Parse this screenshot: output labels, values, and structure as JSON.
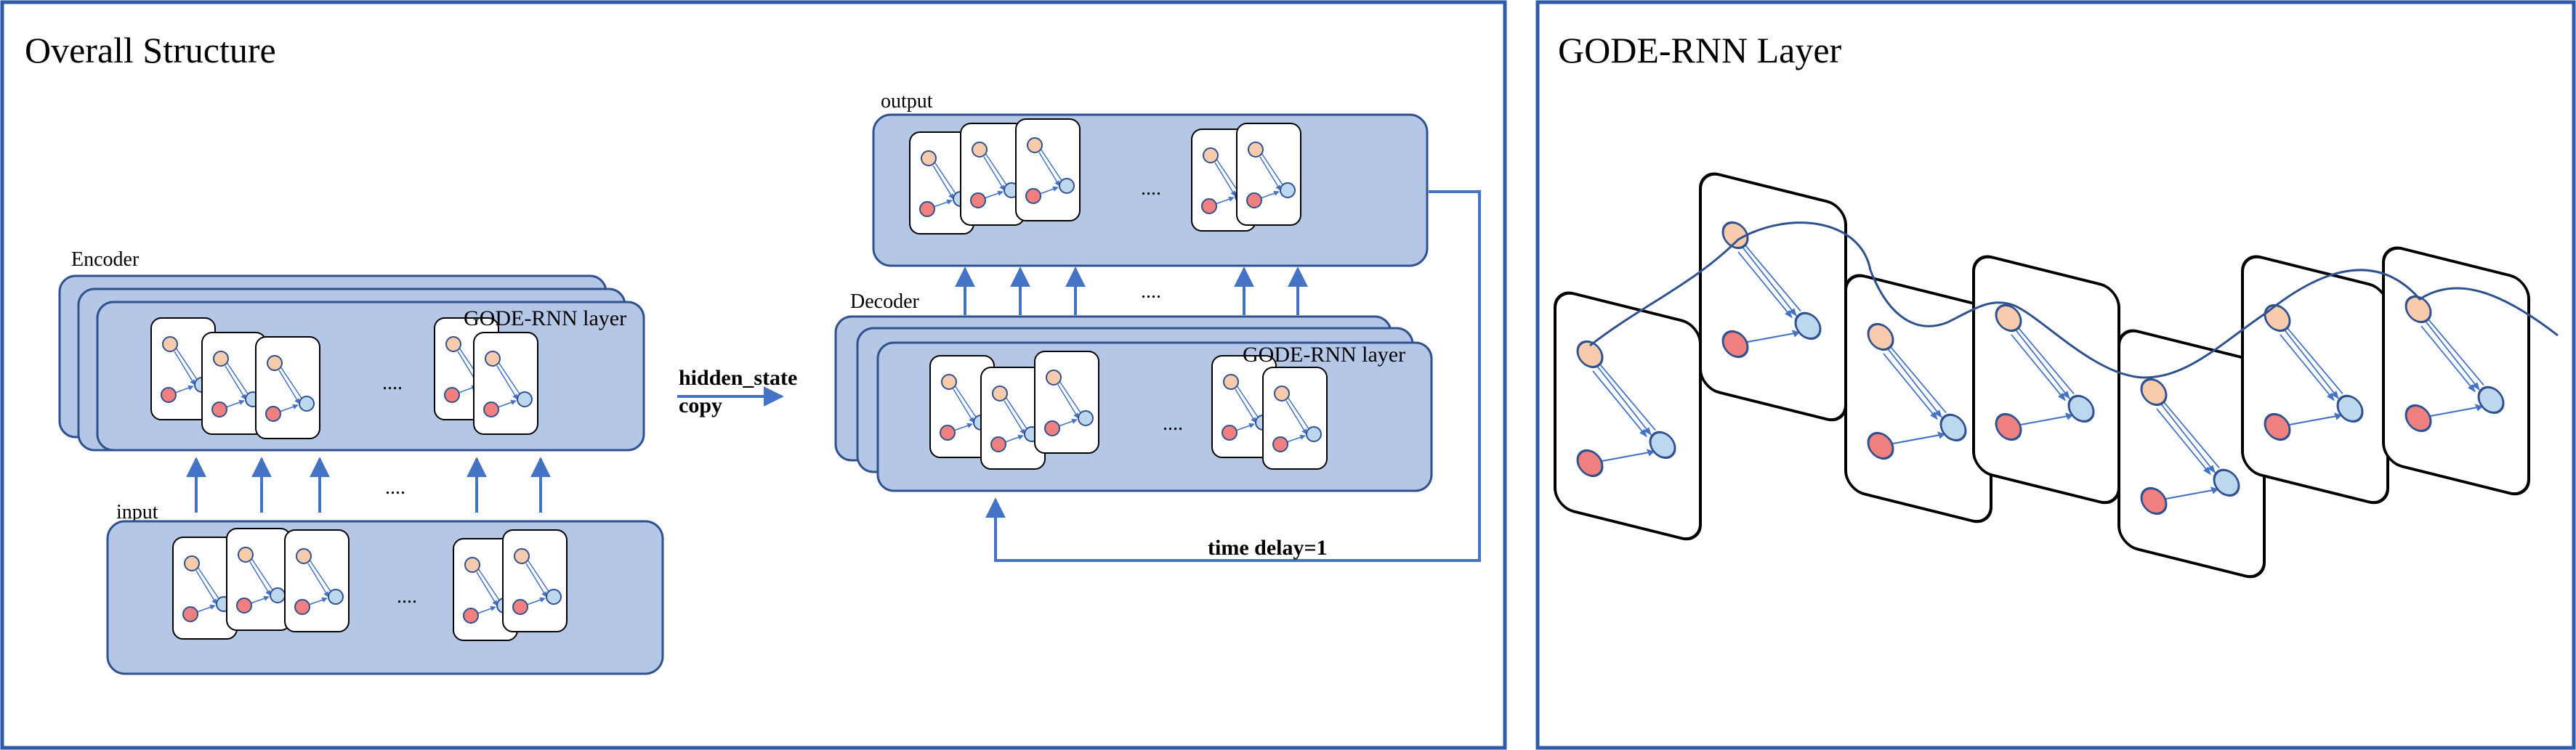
{
  "left_panel": {
    "title": "Overall Structure",
    "encoder_label": "Encoder",
    "encoder_layer_label": "GODE-RNN layer",
    "input_label": "input",
    "ellipsis": "....",
    "hidden_state_label": "hidden_state",
    "copy_label": "copy",
    "decoder_label": "Decoder",
    "decoder_layer_label": "GODE-RNN layer",
    "output_label": "output",
    "time_delay_label": "time delay=1"
  },
  "right_panel": {
    "title": "GODE-RNN Layer"
  },
  "colors": {
    "panel_border": "#2e5ca8",
    "block_fill": "#b4c7e7",
    "block_stroke": "#2f528f",
    "arrow": "#4472c4",
    "node_orange": "#f8cbad",
    "node_red": "#f08080",
    "node_blue": "#bdd7ee"
  }
}
